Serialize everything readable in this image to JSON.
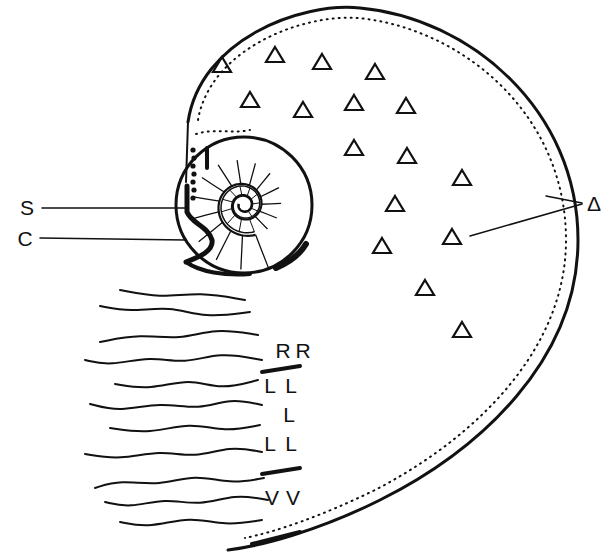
{
  "diagram": {
    "labels": [
      "S",
      "C",
      "Δ",
      "R",
      "R",
      "L",
      "L",
      "L",
      "L",
      "L",
      "V",
      "V"
    ]
  }
}
